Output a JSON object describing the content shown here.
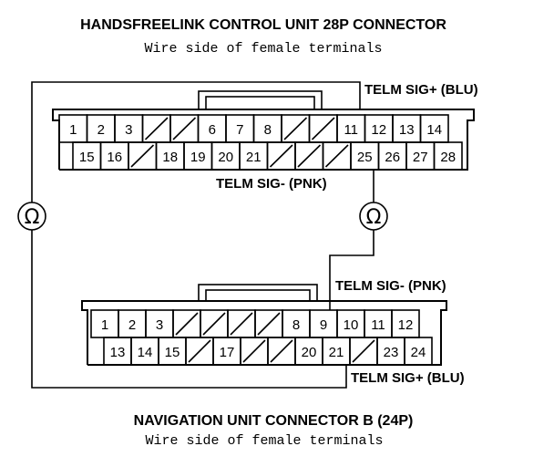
{
  "titles": {
    "top_title": "HANDSFREELINK CONTROL UNIT 28P CONNECTOR",
    "top_sub": "Wire side of female terminals",
    "bottom_title": "NAVIGATION UNIT CONNECTOR B (24P)",
    "bottom_sub": "Wire side of female terminals"
  },
  "labels": {
    "top_sig_plus": "TELM SIG+ (BLU)",
    "top_sig_minus": "TELM SIG- (PNK)",
    "bottom_sig_minus": "TELM SIG- (PNK)",
    "bottom_sig_plus": "TELM SIG+ (BLU)"
  },
  "meters": {
    "left_symbol": "Ω",
    "right_symbol": "Ω"
  },
  "connector_top": {
    "row1": [
      "1",
      "2",
      "3",
      "",
      "",
      "6",
      "7",
      "8",
      "",
      "",
      "11",
      "12",
      "13",
      "14"
    ],
    "row2": [
      "15",
      "16",
      "",
      "18",
      "19",
      "20",
      "21",
      "",
      "",
      "",
      "25",
      "26",
      "27",
      "28"
    ]
  },
  "connector_bottom": {
    "row1": [
      "1",
      "2",
      "3",
      "",
      "",
      "",
      "",
      "8",
      "9",
      "10",
      "11",
      "12"
    ],
    "row2": [
      "13",
      "14",
      "15",
      "",
      "17",
      "",
      "",
      "20",
      "21",
      "",
      "23",
      "24"
    ]
  }
}
